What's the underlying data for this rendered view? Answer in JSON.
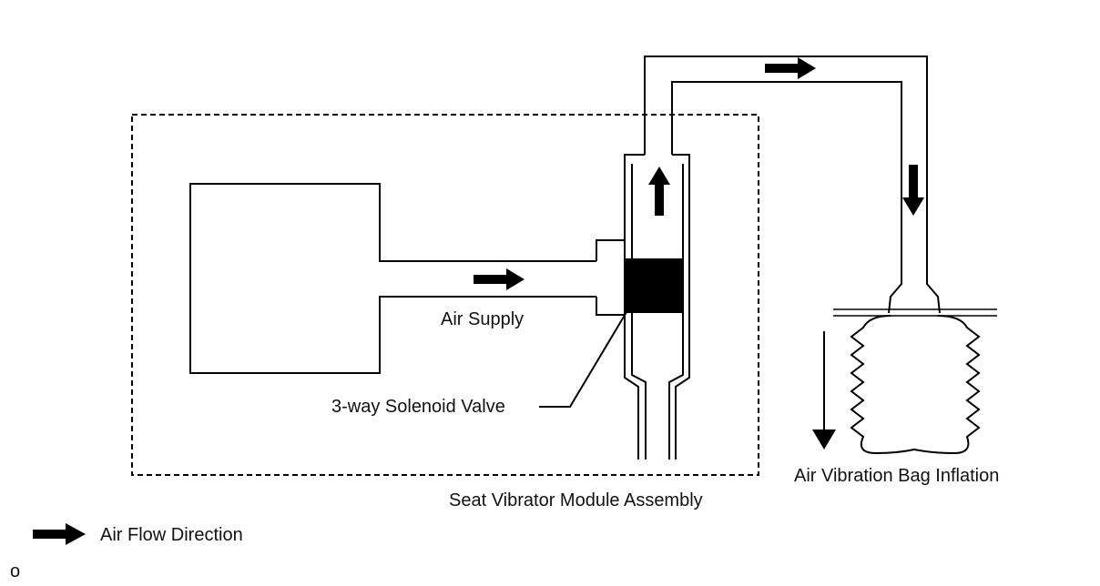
{
  "labels": {
    "air_supply": "Air Supply",
    "solenoid_valve": "3-way Solenoid Valve",
    "module_assembly": "Seat Vibrator Module Assembly",
    "bag_inflation": "Air Vibration Bag Inflation",
    "legend_flow": "Air Flow Direction",
    "corner_mark": "o"
  },
  "colors": {
    "line": "#000000",
    "background": "#ffffff"
  }
}
